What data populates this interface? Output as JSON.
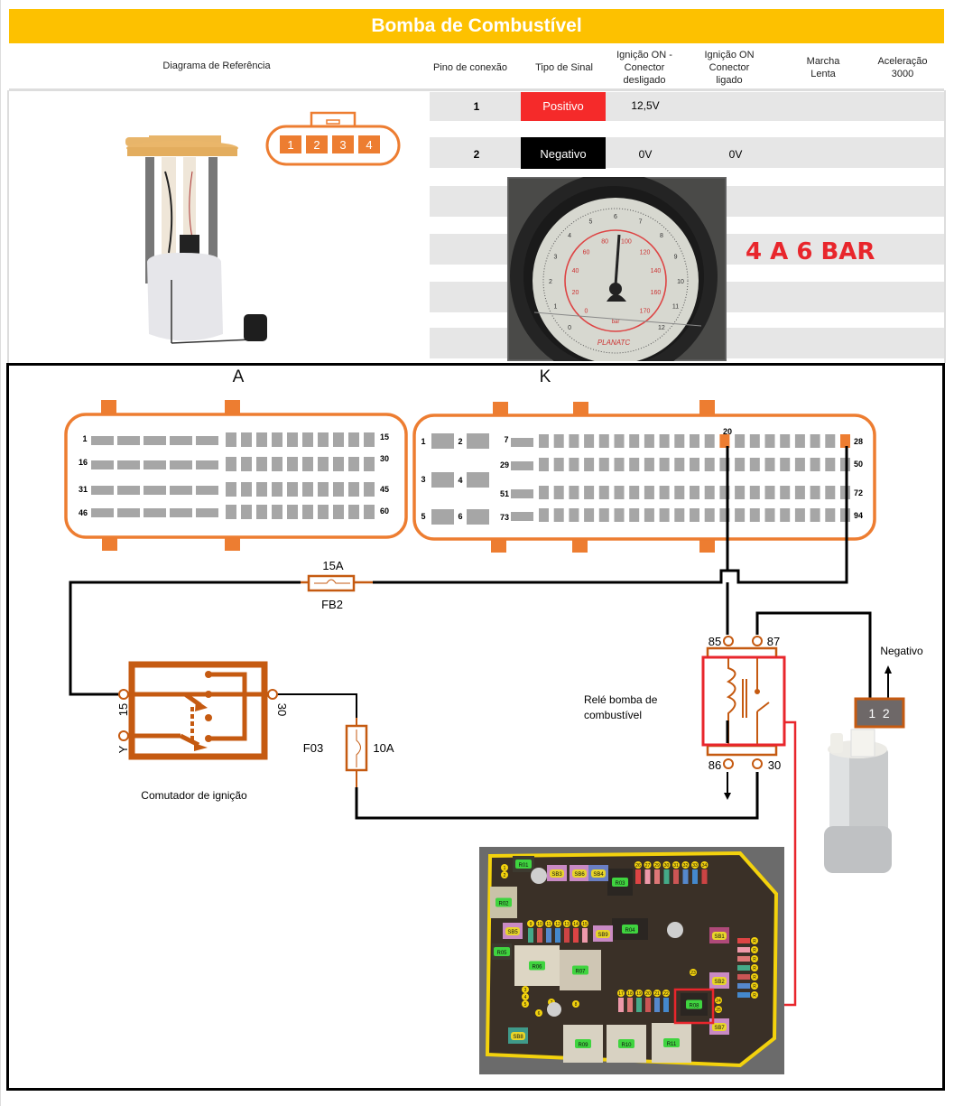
{
  "title": "Bomba de Combustível",
  "header": {
    "reference_diagram": "Diagrama de Referência",
    "pin": "Pino de conexão",
    "signal_type": "Tipo de Sinal",
    "ign_on_disconnected": "Ignição ON - Conector desligado",
    "ign_on_connected": "Ignição ON Conector ligado",
    "idle": "Marcha Lenta",
    "accel": "Aceleração 3000"
  },
  "rows": [
    {
      "pin": "1",
      "signal": "Positivo",
      "signal_color": "#f52a2a",
      "ign_off": "12,5V",
      "ign_on": "",
      "idle": "",
      "accel": ""
    },
    {
      "pin": "2",
      "signal": "Negativo",
      "signal_color": "#000000",
      "ign_off": "0V",
      "ign_on": "0V",
      "idle": "",
      "accel": ""
    }
  ],
  "pressure_spec": "4 A 6 BAR",
  "pump_connector_pins": [
    "1",
    "2",
    "3",
    "4"
  ],
  "gauge": {
    "bar_ticks": [
      "0",
      "1",
      "2",
      "3",
      "4",
      "5",
      "6",
      "7",
      "8",
      "9",
      "10",
      "11",
      "12"
    ],
    "psi_ticks": [
      "0",
      "20",
      "40",
      "60",
      "80",
      "100",
      "120",
      "140",
      "160",
      "170"
    ],
    "unit": "bar",
    "brand": "PLANATC"
  },
  "ecu": {
    "connector_a": {
      "label": "A",
      "row_labels_left": [
        "1",
        "16",
        "31",
        "46"
      ],
      "row_labels_right": [
        "15",
        "30",
        "45",
        "60"
      ]
    },
    "connector_k": {
      "label": "K",
      "left_pins": [
        "1",
        "2",
        "3",
        "4",
        "5",
        "6"
      ],
      "row_labels_left": [
        "7",
        "29",
        "51",
        "73"
      ],
      "row_labels_right": [
        "28",
        "50",
        "72",
        "94"
      ],
      "highlighted_pins": [
        "20",
        "28"
      ]
    }
  },
  "circuit": {
    "fuse_fb2": {
      "name": "FB2",
      "rating": "15A"
    },
    "fuse_f03": {
      "name": "F03",
      "rating": "10A"
    },
    "ignition_switch": {
      "label": "Comutador de ignição",
      "pins": [
        "15",
        "Y",
        "30"
      ]
    },
    "relay": {
      "label_line1": "Relé bomba de",
      "label_line2": "combustível",
      "pins": [
        "85",
        "87",
        "86",
        "30"
      ]
    },
    "pump_connector": {
      "pins": "1  2",
      "negative_label": "Negativo"
    }
  },
  "fusebox": {
    "relays": [
      "R01",
      "R02",
      "R03",
      "R04",
      "R05",
      "R06",
      "R07",
      "R08",
      "R09",
      "R10",
      "R11"
    ],
    "maxi_fuses": [
      "SB1",
      "SB2",
      "SB3",
      "SB4",
      "SB5",
      "SB6",
      "SB7",
      "SB8",
      "SB9"
    ],
    "fuse_top_row": [
      "26",
      "27",
      "29",
      "30",
      "31",
      "32",
      "33",
      "34"
    ],
    "fuse_mid_row": [
      "9",
      "10",
      "11",
      "12",
      "13",
      "14",
      "15"
    ],
    "fuse_low_row": [
      "17",
      "18",
      "19",
      "20",
      "21",
      "22"
    ],
    "fuse_left": [
      "1",
      "2",
      "3",
      "4",
      "5",
      "6",
      "7",
      "8"
    ],
    "fuse_right": [
      "23",
      "24",
      "25"
    ],
    "spare_label": "R"
  },
  "colors": {
    "accent_yellow": "#fdc100",
    "connector_orange": "#ed7d31",
    "circuit_brown": "#c55a11",
    "relay_highlight": "#e8262c",
    "spec_red": "#e8262c",
    "pin_grey": "#a6a6a6"
  }
}
